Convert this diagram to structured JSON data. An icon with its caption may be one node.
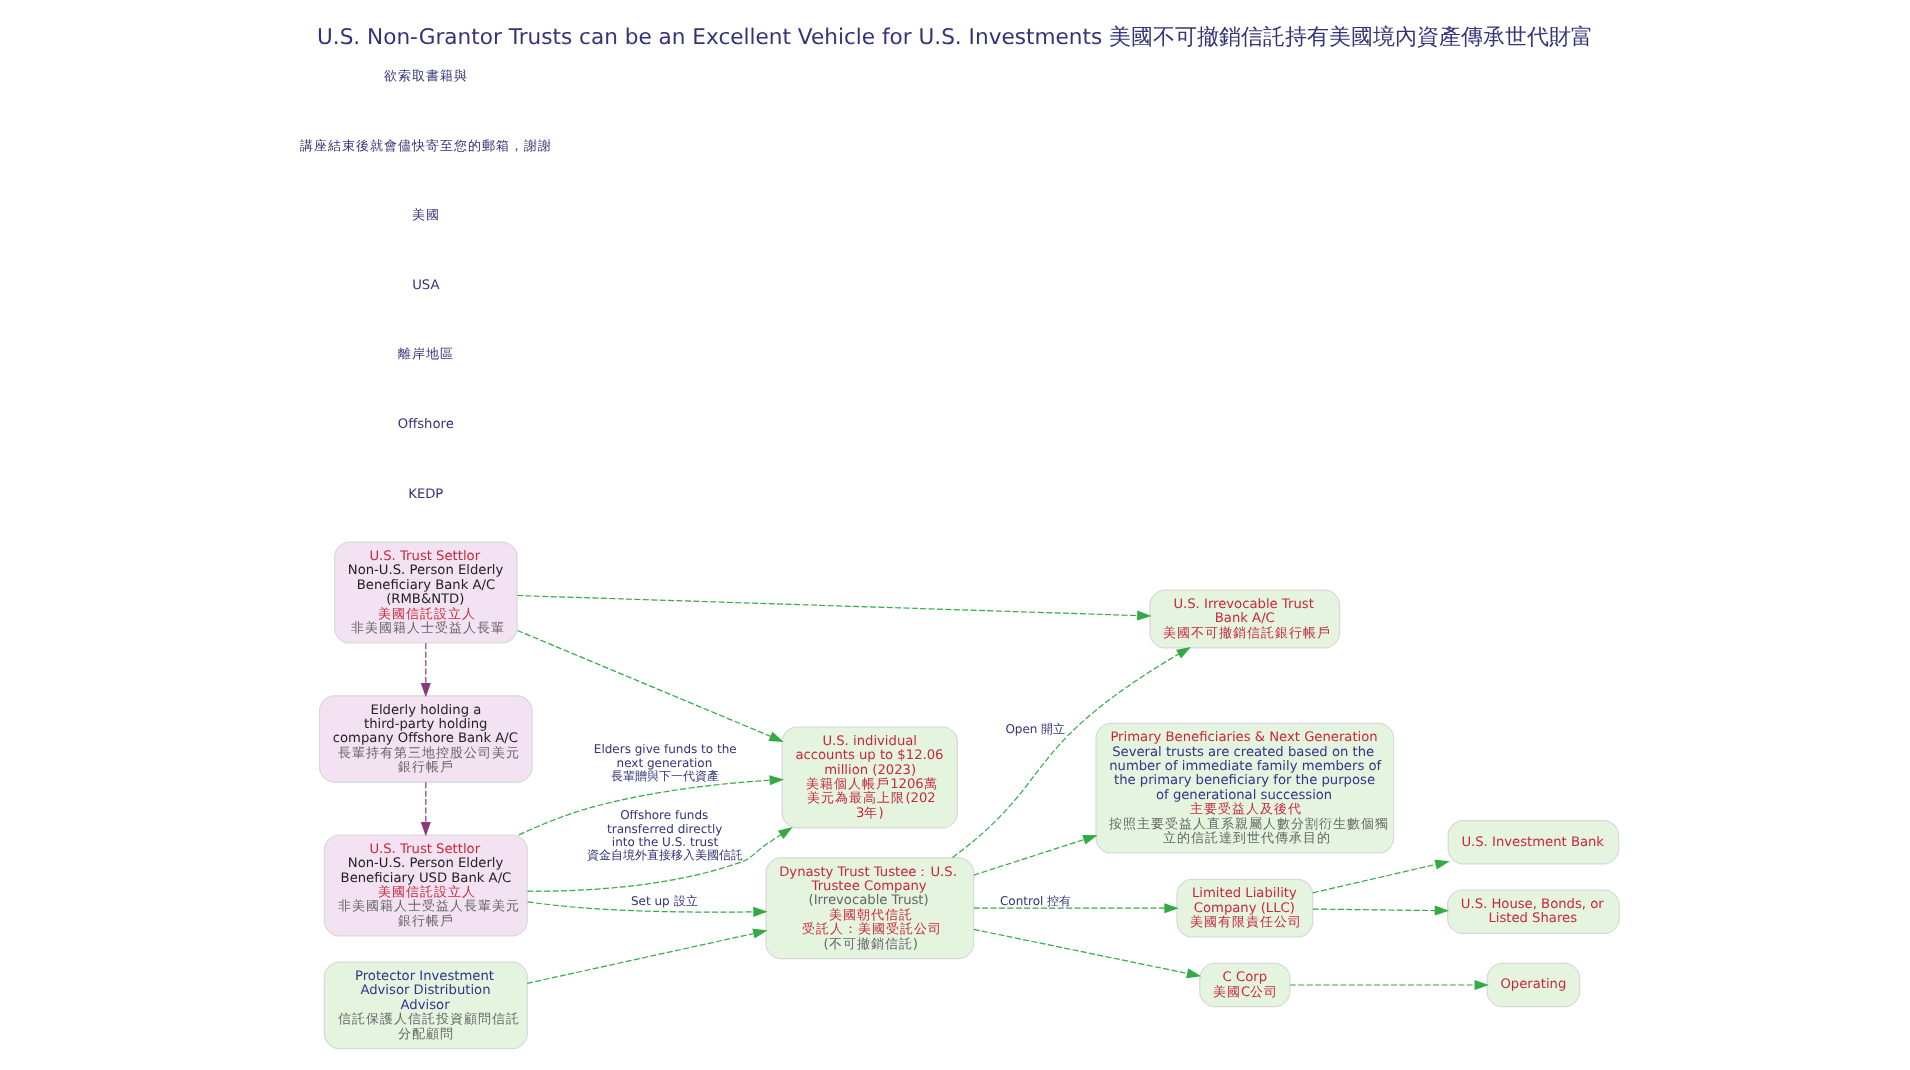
{
  "diagram": {
    "title": "U.S. Non-Grantor Trusts can be an Excellent Vehicle for U.S. Investments 美國不可撤銷信託持有美國境內資產傳承世代財富",
    "nodes": [
      {
        "text": [
          "U.S. Trust Settlor",
          "Non-U.S. Person Elderly Beneficiary USD Bank A/C",
          "美國信託設立人",
          "非美國籍人士受益人長輩美元銀行帳戶"
        ]
      },
      {
        "text": [
          "Elderly holding a third-party holding company Offshore Bank A/C",
          "長輩持有第三地控股公司美元銀行帳戶"
        ]
      },
      {
        "text": [
          "U.S. Trust Settlor",
          "Non-U.S. Person Elderly Beneficiary Bank A/C (RMB&NTD)",
          "美國信託設立人",
          "非美國籍人士受益人長輩"
        ]
      },
      {
        "text": [
          "Dynasty Trust Tustee：U.S. Trustee Company",
          "(Irrevocable Trust)",
          "美國朝代信託",
          "受託人：美國受託公司",
          "(不可撤銷信託)"
        ]
      },
      {
        "text": [
          "Protector Investment Advisor Distribution Advisor",
          "信託保護人信託投資顧問信託分配顧問"
        ]
      },
      {
        "text": [
          "U.S. individual accounts up to $12.06 million (2023)",
          "美籍個人帳戶1206萬美元為最高上限(2023年)"
        ]
      },
      {
        "text": [
          "U.S. Irrevocable Trust Bank A/C",
          "美國不可撤銷信託銀行帳戶"
        ]
      },
      {
        "text": [
          "Primary Beneficiaries & Next Generation",
          "Several trusts are created based on the number of immediate family members of the primary beneficiary for the purpose of generational succession",
          "主要受益人及後代",
          "按照主要受益人直系親屬人數分割衍生數個獨立的信託達到世代傳承目的"
        ]
      },
      {
        "text": [
          "Limited Liability Company (LLC)",
          "美國有限責任公司"
        ]
      },
      {
        "text": [
          "C Corp",
          "美國C公司"
        ]
      },
      {
        "text": [
          "Operating"
        ]
      },
      {
        "text": [
          "U.S. House, Bonds, or Listed Shares"
        ]
      },
      {
        "text": [
          "U.S. Investment Bank"
        ]
      }
    ],
    "edges": [
      {
        "from": 1,
        "to": 0,
        "arrow": "to",
        "style": "dashed",
        "color": "#8a3a78"
      },
      {
        "from": 2,
        "to": 1,
        "arrow": "to",
        "style": "dashed",
        "color": "#8a3a78"
      },
      {
        "from": 0,
        "to": 3,
        "arrow": "to",
        "style": "dashed",
        "label": "Set up 設立"
      },
      {
        "from": 0,
        "to": 5,
        "arrow": "to",
        "style": "dashed",
        "label": "Offshore funds transferred directly into the U.S. trust 資金自境外直接移入美國信託"
      },
      {
        "from": 0,
        "to": 5,
        "arrow": "to",
        "style": "dashed",
        "label": "Elders give funds to the next generation 長輩贈與下一代資產"
      },
      {
        "from": 2,
        "to": 5,
        "arrow": "to",
        "style": "dashed"
      },
      {
        "from": 2,
        "to": 6,
        "arrow": "to",
        "style": "dashed"
      },
      {
        "from": 4,
        "to": 3,
        "arrow": "to",
        "style": "dashed"
      },
      {
        "from": 3,
        "to": 6,
        "arrow": "to",
        "style": "dashed",
        "label": "Open 開立"
      },
      {
        "from": 3,
        "to": 8,
        "arrow": "to",
        "style": "dashed",
        "label": "Control 控有"
      },
      {
        "from": 3,
        "to": 7,
        "arrow": "to",
        "style": "dashed"
      },
      {
        "from": 3,
        "to": 9,
        "arrow": "to",
        "style": "dashed"
      },
      {
        "from": 9,
        "to": 10,
        "arrow": "to",
        "style": "dashed"
      },
      {
        "from": 8,
        "to": 11,
        "arrow": "to",
        "style": "dashed"
      },
      {
        "from": 8,
        "to": 12,
        "arrow": "to",
        "style": "dashed"
      }
    ],
    "labels": [
      "KEDP",
      "Offshore",
      "離岸地區",
      "USA",
      "美國",
      "講座結束後就會儘快寄至您的郵箱，謝謝",
      "欲索取書籍與"
    ]
  }
}
